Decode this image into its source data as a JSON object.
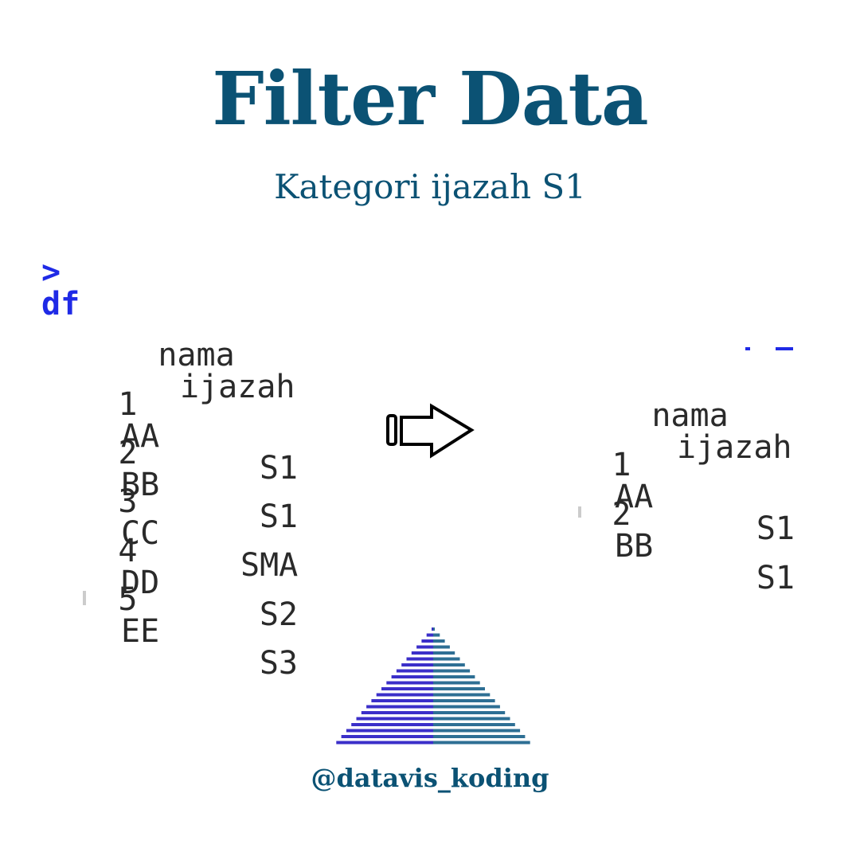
{
  "header": {
    "title": "Filter Data",
    "subtitle": "Kategori ijazah S1"
  },
  "console_left": {
    "prompt": ">",
    "command": "df",
    "columns": [
      "nama",
      "ijazah"
    ],
    "rows": [
      {
        "index": "1",
        "nama": "AA",
        "ijazah": "S1"
      },
      {
        "index": "2",
        "nama": "BB",
        "ijazah": "S1"
      },
      {
        "index": "3",
        "nama": "CC",
        "ijazah": "SMA"
      },
      {
        "index": "4",
        "nama": "DD",
        "ijazah": "S2"
      },
      {
        "index": "5",
        "nama": "EE",
        "ijazah": "S3"
      }
    ]
  },
  "console_right": {
    "columns": [
      "nama",
      "ijazah"
    ],
    "rows": [
      {
        "index": "1",
        "nama": "AA",
        "ijazah": "S1"
      },
      {
        "index": "2",
        "nama": "BB",
        "ijazah": "S1"
      }
    ]
  },
  "footer": {
    "handle": "@datavis_koding"
  },
  "colors": {
    "brand": "#0b5274",
    "prompt": "#1f2ae6",
    "logo_left": "#3b2fc9",
    "logo_right": "#2e6f94"
  },
  "icons": {
    "arrow": "right-arrow-icon",
    "logo": "pyramid-logo-icon"
  }
}
